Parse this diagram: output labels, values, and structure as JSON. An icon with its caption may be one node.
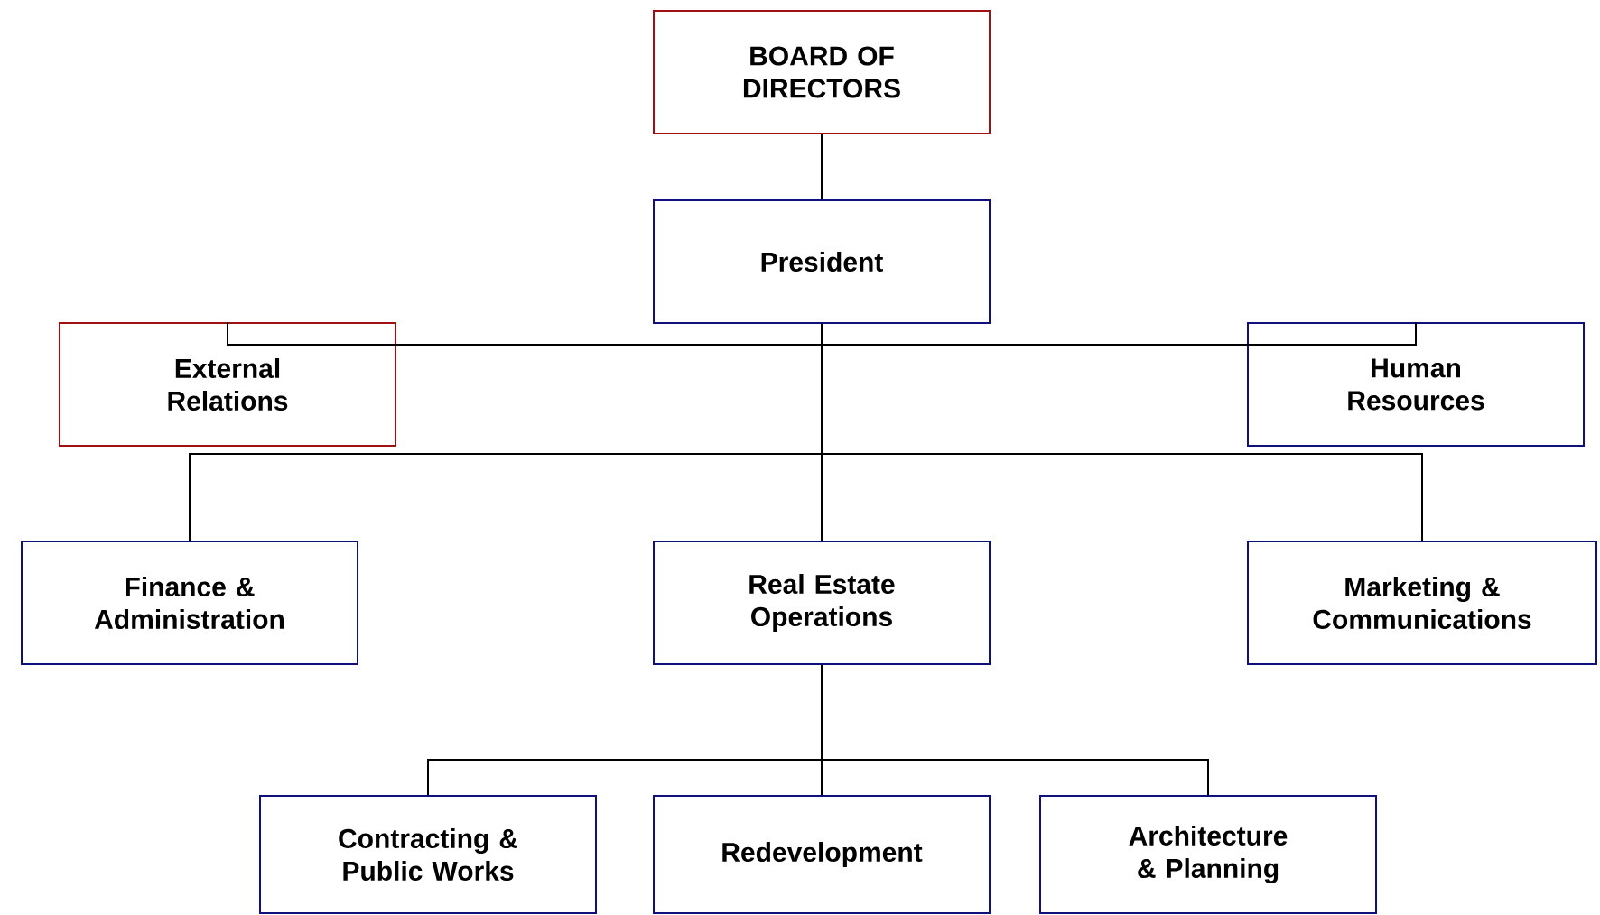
{
  "diagram": {
    "nodes": [
      {
        "text": [
          "BOARD OF DIRECTORS"
        ]
      },
      {
        "text": [
          "President"
        ]
      },
      {
        "text": [
          "External Relations"
        ]
      },
      {
        "text": [
          "Human Resources"
        ]
      },
      {
        "text": [
          "Finance & Administration"
        ]
      },
      {
        "text": [
          "Real Estate Operations"
        ]
      },
      {
        "text": [
          "Marketing & Communications"
        ]
      },
      {
        "text": [
          "Contracting & Public Works"
        ]
      },
      {
        "text": [
          "Redevelopment"
        ]
      },
      {
        "text": [
          "Architecture & Planning"
        ]
      }
    ],
    "edges": [
      {
        "from": 0,
        "to": 1,
        "arrow": "none"
      },
      {
        "from": 1,
        "to": 2,
        "arrow": "none"
      },
      {
        "from": 1,
        "to": 3,
        "arrow": "none"
      },
      {
        "from": 1,
        "to": 4,
        "arrow": "none"
      },
      {
        "from": 1,
        "to": 5,
        "arrow": "none"
      },
      {
        "from": 1,
        "to": 6,
        "arrow": "none"
      },
      {
        "from": 5,
        "to": 7,
        "arrow": "none"
      },
      {
        "from": 5,
        "to": 8,
        "arrow": "none"
      },
      {
        "from": 5,
        "to": 9,
        "arrow": "none"
      }
    ]
  }
}
